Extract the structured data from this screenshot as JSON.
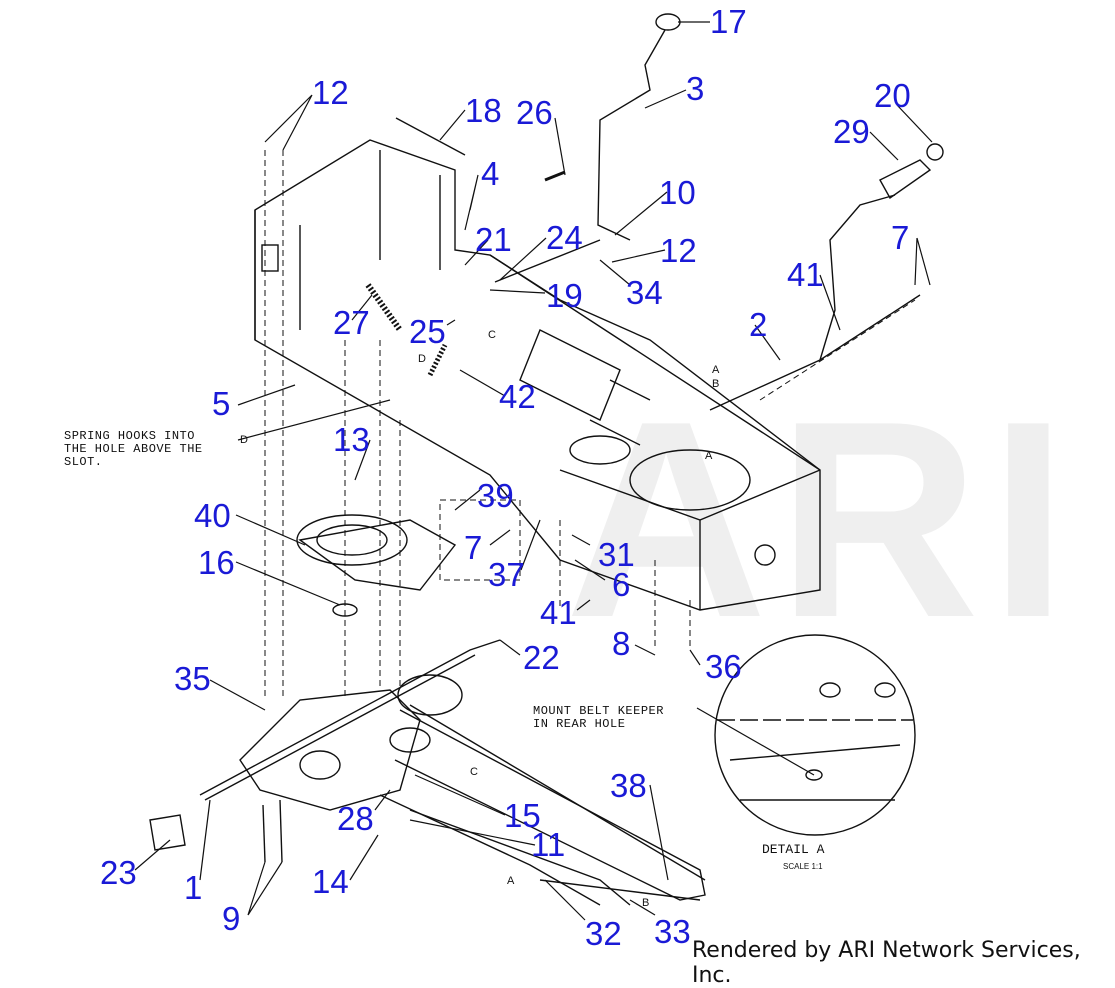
{
  "watermark": "ARI",
  "footer": "Rendered by ARI Network Services, Inc.",
  "notes": {
    "spring_hooks": "SPRING HOOKS INTO\nTHE HOLE ABOVE THE\nSLOT.",
    "mount_belt_keeper": "MOUNT BELT KEEPER\nIN REAR HOLE",
    "detail_title": "DETAIL A",
    "detail_scale": "SCALE 1:1"
  },
  "ref_letters": {
    "A1": "A",
    "B1": "B",
    "C1": "C",
    "D1": "D",
    "D2": "D",
    "C2": "C",
    "A2": "A",
    "B2": "B",
    "A3": "A"
  },
  "callouts": {
    "c17": "17",
    "c3": "3",
    "c12a": "12",
    "c18": "18",
    "c26": "26",
    "c20": "20",
    "c29": "29",
    "c4": "4",
    "c10": "10",
    "c21": "21",
    "c24": "24",
    "c12b": "12",
    "c7a": "7",
    "c41a": "41",
    "c34": "34",
    "c19": "19",
    "c2": "2",
    "c27": "27",
    "c25": "25",
    "c5": "5",
    "c42": "42",
    "c13": "13",
    "c39": "39",
    "c40": "40",
    "c7b": "7",
    "c31": "31",
    "c16": "16",
    "c37": "37",
    "c6": "6",
    "c41b": "41",
    "c8": "8",
    "c22": "22",
    "c36": "36",
    "c35": "35",
    "c38": "38",
    "c28": "28",
    "c15": "15",
    "c11": "11",
    "c23": "23",
    "c14": "14",
    "c1": "1",
    "c9": "9",
    "c32": "32",
    "c33": "33"
  },
  "colors": {
    "callout": "#1a1ad6",
    "line": "#111111",
    "watermark": "#efefef"
  }
}
